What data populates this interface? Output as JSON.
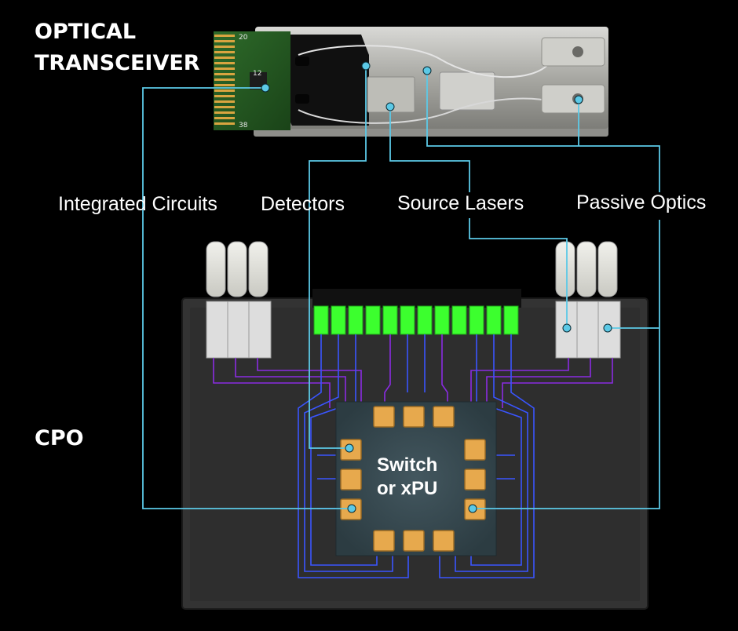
{
  "headings": {
    "transceiver_line1": "OPTICAL",
    "transceiver_line2": "TRANSCEIVER",
    "cpo": "CPO"
  },
  "callouts": {
    "integrated_circuits": "Integrated Circuits",
    "detectors": "Detectors",
    "source_lasers": "Source Lasers",
    "passive_optics": "Passive Optics"
  },
  "chip": {
    "line1": "Switch",
    "line2": "or xPU"
  },
  "pcb_labels": {
    "pin_top": "20",
    "pin_mid": "12",
    "pin_bottom": "38"
  },
  "colors": {
    "leader_line": "#5cc9e6",
    "accent_green": "#3cff2e",
    "chip_pad": "#e7a94d",
    "waveguide_purple": "#8a2be2",
    "waveguide_blue": "#3a55ff"
  }
}
